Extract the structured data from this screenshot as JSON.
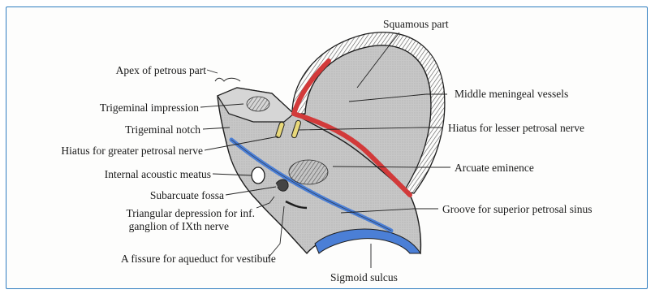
{
  "labels": {
    "squamous_part": "Squamous part",
    "middle_meningeal_vessels": "Middle meningeal vessels",
    "hiatus_lesser_petrosal": "Hiatus for lesser petrosal nerve",
    "arcuate_eminence": "Arcuate eminence",
    "groove_superior_petrosal": "Groove for superior petrosal sinus",
    "sigmoid_sulcus": "Sigmoid sulcus",
    "apex_petrous": "Apex of petrous part",
    "trigeminal_impression": "Trigeminal impression",
    "trigeminal_notch": "Trigeminal notch",
    "hiatus_greater_petrosal": "Hiatus for greater petrosal nerve",
    "internal_acoustic_meatus": "Internal acoustic meatus",
    "subarcuate_fossa": "Subarcuate fossa",
    "triangular_depression_line1": "Triangular depression for inf.",
    "triangular_depression_line2": "ganglion of IXth nerve",
    "fissure_aqueduct": "A fissure for aqueduct for vestibule"
  },
  "colors": {
    "frame": "#2f7dc0",
    "bone": "#c9c9c9",
    "bone_shadow": "#9d9d9d",
    "outline": "#1e1e1e",
    "artery": "#d23a3a",
    "sinus": "#4b7fd6",
    "nerve": "#e8d87a"
  }
}
